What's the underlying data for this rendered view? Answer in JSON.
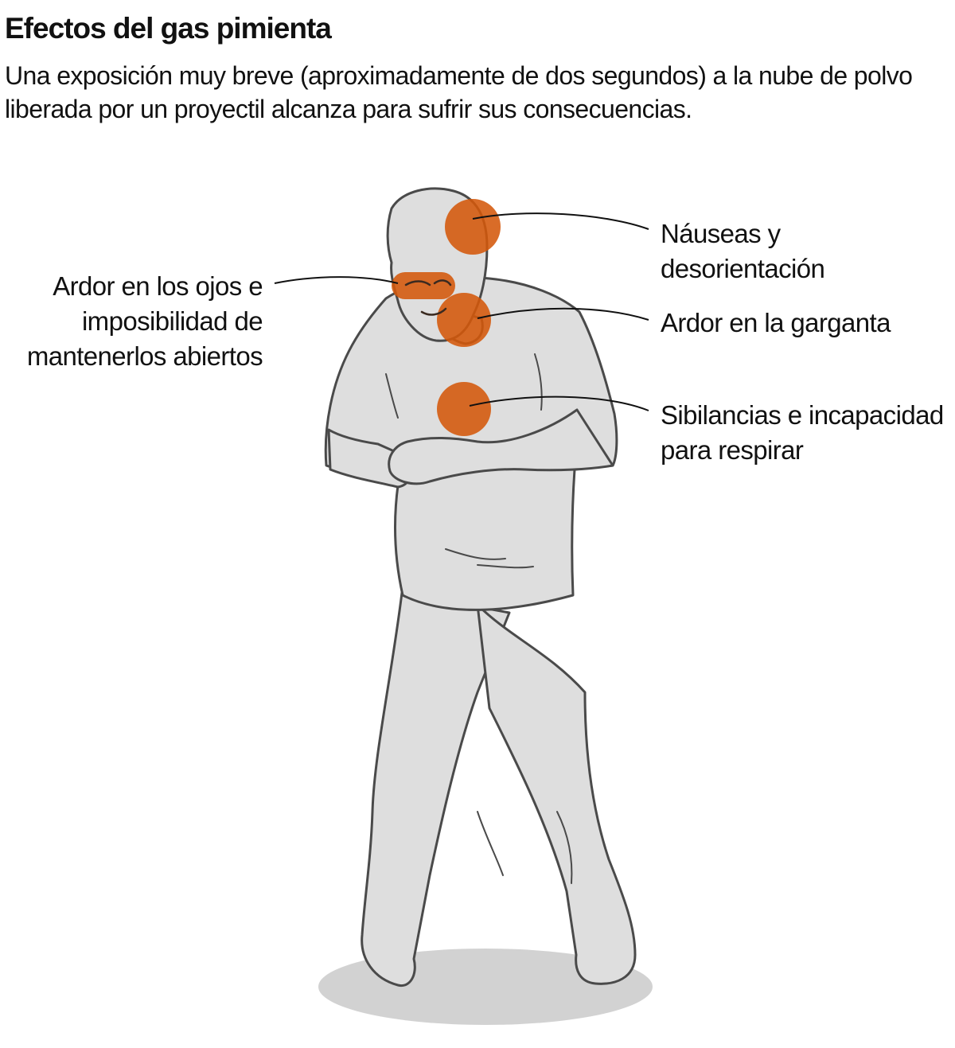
{
  "header": {
    "title": "Efectos del gas pimienta",
    "subtitle": "Una exposición muy breve (aproximadamente de dos segundos) a la nube de polvo liberada por un proyectil alcanza para sufrir sus consecuencias."
  },
  "effects": [
    {
      "id": "head",
      "lines": [
        "Náuseas y",
        "desorientación"
      ]
    },
    {
      "id": "eyes",
      "lines": [
        "Ardor en los ojos e",
        "imposibilidad de",
        "mantenerlos abiertos"
      ]
    },
    {
      "id": "throat",
      "lines": [
        "Ardor en la garganta"
      ]
    },
    {
      "id": "chest",
      "lines": [
        "Sibilancias e incapacidad",
        "para respirar"
      ]
    }
  ],
  "colors": {
    "highlight": "#d4580a",
    "body_fill": "#dedede",
    "body_stroke": "#4a4a4a",
    "shadow": "#cfcfcf",
    "leader": "#111111"
  }
}
